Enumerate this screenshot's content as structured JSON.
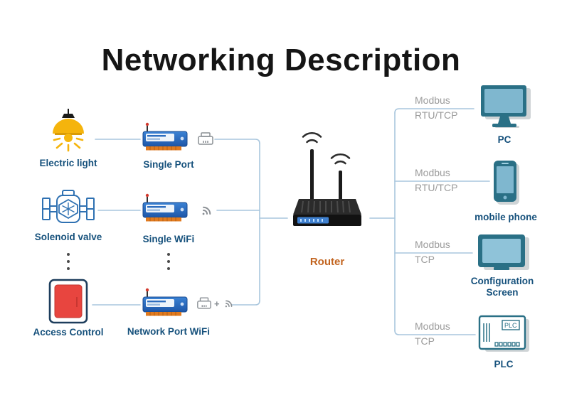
{
  "title": "Networking Description",
  "left_devices": [
    {
      "label": "Electric light"
    },
    {
      "label": "Solenoid valve"
    },
    {
      "label": "Access Control"
    }
  ],
  "modules": [
    {
      "label": "Single Port"
    },
    {
      "label": "Single WiFi"
    },
    {
      "label": "Network Port WiFi",
      "plus": "+"
    }
  ],
  "router": {
    "label": "Router"
  },
  "branches": [
    {
      "protocol": "Modbus",
      "transport": "RTU/TCP"
    },
    {
      "protocol": "Modbus",
      "transport": "RTU/TCP"
    },
    {
      "protocol": "Modbus",
      "transport": "TCP"
    },
    {
      "protocol": "Modbus",
      "transport": "TCP"
    }
  ],
  "right_devices": [
    {
      "label": "PC"
    },
    {
      "label": "mobile phone"
    },
    {
      "label": "Configuration Screen"
    },
    {
      "label": "PLC"
    }
  ],
  "plc_icon_text": "PLC",
  "colors": {
    "wire": "#a9c6dd",
    "label_blue": "#16517c",
    "router_label": "#c2641f",
    "protocol_gray": "#9b9b9b",
    "module_blue": "#2d6dbf",
    "device_teal": "#2a7086",
    "screen_blue": "#7fb7cf",
    "access_red": "#e8453f",
    "lamp_yellow": "#f5b40c"
  }
}
